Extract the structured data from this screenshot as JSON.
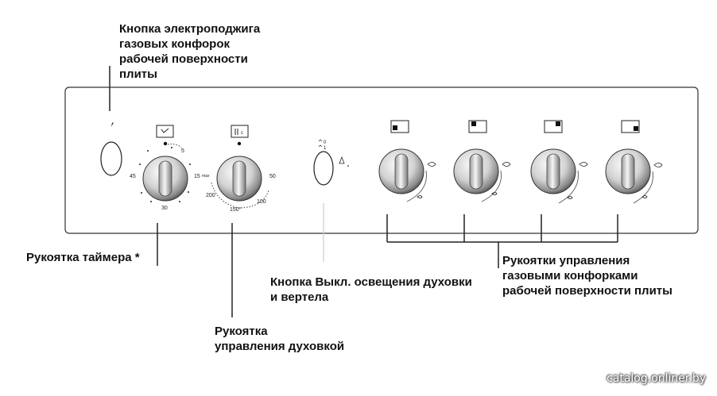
{
  "callouts": {
    "igniter": "Кнопка электроподжига\nгазовых конфорок\nрабочей поверхности\nплиты",
    "timer": "Рукоятка таймера *",
    "oven_knob": "Рукоятка\nуправления духовкой",
    "light_button": "Кнопка Выкл. освещения духовки\nи вертела",
    "burner_knobs": "Рукоятки управления\nгазовыми конфорками\nрабочей поверхности плиты"
  },
  "timer_scale": {
    "t5": "5",
    "t45": "45",
    "t30": "30"
  },
  "oven_scale": {
    "t15": "15",
    "tmax": "max",
    "t50": "50",
    "t200": "200",
    "t150": "150°",
    "t100": "100"
  },
  "light_button_marks": {
    "off": "0",
    "on": "1"
  },
  "watermark": "catalog.onliner.by",
  "colors": {
    "panel_border": "#333333",
    "knob_light": "#f2f2f2",
    "knob_dark": "#6a6a6a",
    "leader": "#222222"
  }
}
